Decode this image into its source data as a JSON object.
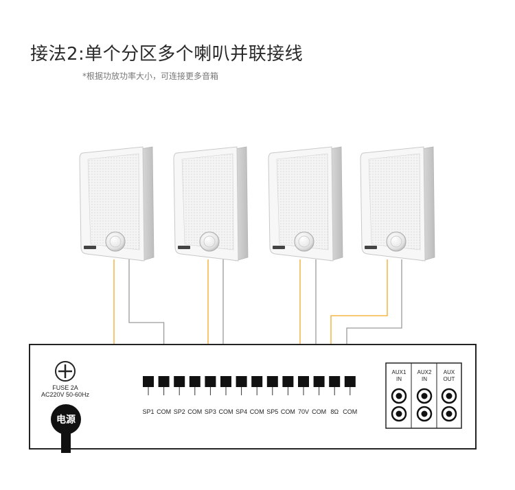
{
  "header": {
    "title": "接法2:单个分区多个喇叭并联接线",
    "subtitle": "*根据功放功率大小，可连接更多音箱"
  },
  "amplifier": {
    "fuse_label": "FUSE 2A",
    "voltage_label": "AC220V 50-60Hz",
    "power_label": "电源",
    "terminals": [
      "SP1",
      "COM",
      "SP2",
      "COM",
      "SP3",
      "COM",
      "SP4",
      "COM",
      "SP5",
      "COM",
      "70V",
      "COM",
      "8Ω",
      "COM"
    ],
    "aux": [
      {
        "line1": "AUX1",
        "line2": "IN"
      },
      {
        "line1": "AUX2",
        "line2": "IN"
      },
      {
        "line1": "AUX",
        "line2": "OUT"
      }
    ]
  },
  "colors": {
    "signal_wire": "#f5a623",
    "common_wire": "#9a9a9a",
    "panel_border": "#222222",
    "terminal": "#111111"
  },
  "speakers": [
    {
      "id": "speaker-1"
    },
    {
      "id": "speaker-2"
    },
    {
      "id": "speaker-3"
    },
    {
      "id": "speaker-4"
    }
  ]
}
